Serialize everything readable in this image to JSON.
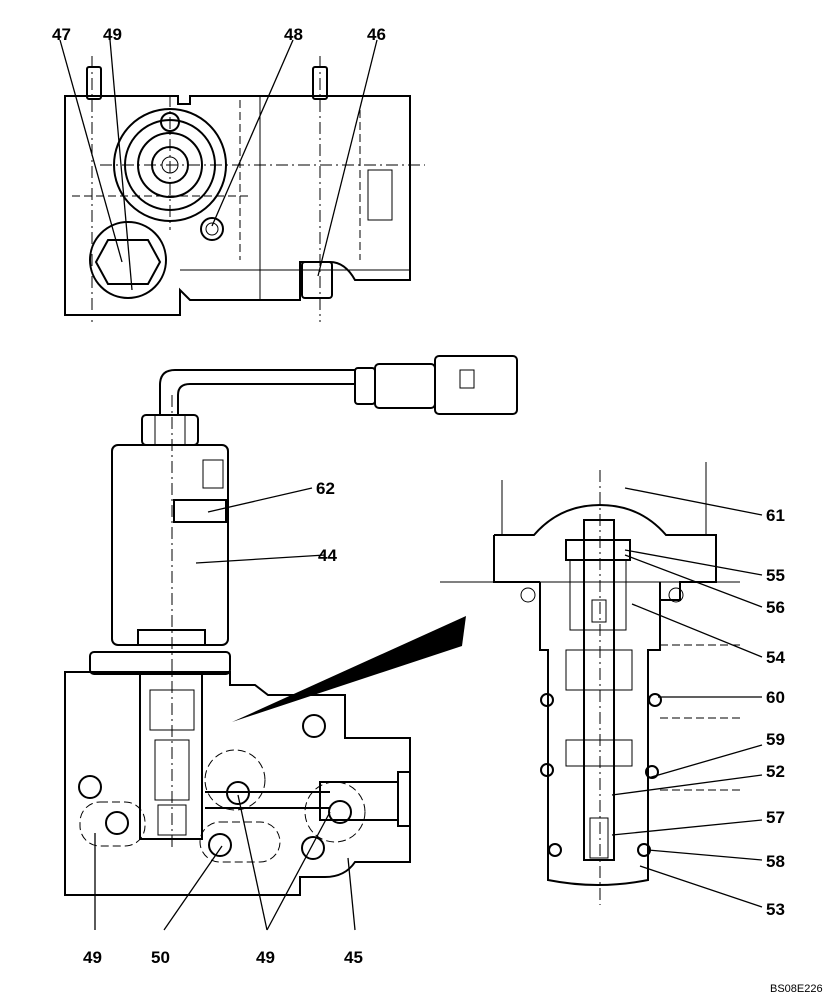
{
  "callouts": {
    "top_47": "47",
    "top_49": "49",
    "top_48": "48",
    "top_46": "46",
    "c62": "62",
    "c44": "44",
    "c61": "61",
    "c55": "55",
    "c56": "56",
    "c54": "54",
    "c60": "60",
    "c59": "59",
    "c52": "52",
    "c57": "57",
    "c58": "58",
    "c53": "53",
    "bottom_49a": "49",
    "bottom_50": "50",
    "bottom_49b": "49",
    "bottom_45": "45"
  },
  "drawing_code": "BS08E226"
}
